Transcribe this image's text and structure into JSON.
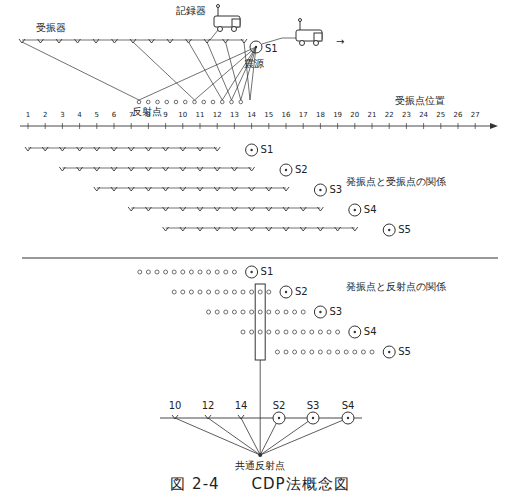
{
  "diagram": {
    "caption": "図 2-4　　CDP法概念図",
    "labels": [
      "記録器",
      "受振器",
      "反射点",
      "S1",
      "震源",
      "→",
      "受振点位置",
      "1",
      "2",
      "3",
      "4",
      "5",
      "6",
      "7",
      "8",
      "9",
      "10",
      "11",
      "12",
      "13",
      "14",
      "15",
      "16",
      "17",
      "18",
      "19",
      "20",
      "21",
      "22",
      "23",
      "24",
      "25",
      "26",
      "27",
      "S1",
      "S2",
      "S3",
      "S4",
      "S5",
      "発振点と受振点の関係",
      "S1",
      "S2",
      "S3",
      "S4",
      "S5",
      "発振点と反射点の関係",
      "10",
      "12",
      "14",
      "S2",
      "S3",
      "S4",
      "共通反射点"
    ]
  }
}
